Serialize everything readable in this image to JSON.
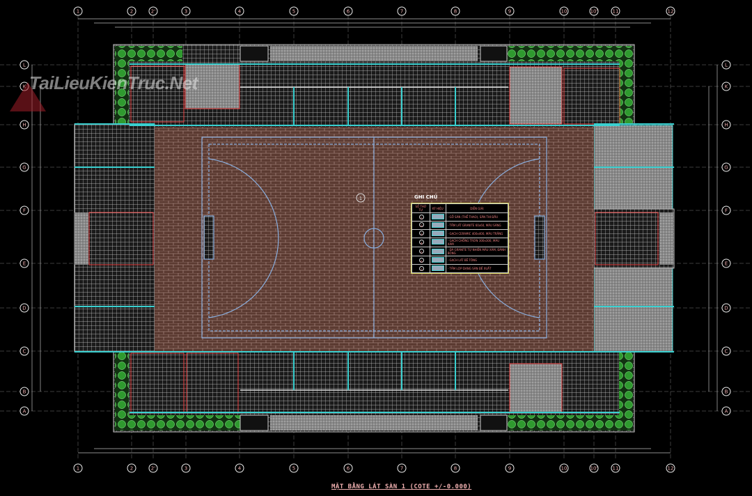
{
  "drawing": {
    "title": "MẶT BẰNG LÁT SÀN 1 (COTE +/-0.000)",
    "watermark": "TaiLieuKienTruc.Net",
    "column_axes": [
      "1",
      "2",
      "2'",
      "3",
      "4",
      "5",
      "6",
      "7",
      "8",
      "9",
      "10",
      "10'",
      "11",
      "12"
    ],
    "row_axes": [
      "L",
      "K",
      "H",
      "G",
      "F",
      "E",
      "D",
      "C",
      "B",
      "A"
    ],
    "court_label": "1",
    "colors": {
      "background": "#000000",
      "court": "#5b3a31",
      "grid": "#d8d8d8",
      "wall_accent": "#3ad0d0",
      "planter": "#2f8f2f",
      "dimension": "#f0a0a0"
    }
  },
  "legend": {
    "title": "GHI CHÚ",
    "headers": [
      "SỐ THỨ TỰ",
      "KÝ HIỆU",
      "DIỄN GIẢI"
    ],
    "rows": [
      {
        "no": "1",
        "text": "- GỖ SÀN (THỂ THAO), SÂN THI ĐẤU"
      },
      {
        "no": "2",
        "text": "- TẤM LÁT GRANITE 60x60, MÀU SÁNG"
      },
      {
        "no": "3",
        "text": "- GẠCH CERAMIC 400x400, MÀU TRẮNG"
      },
      {
        "no": "4",
        "text": "- GẠCH CHỐNG TRƠN 300x300, MÀU XÁM"
      },
      {
        "no": "5",
        "text": "- ĐÁ GRANITE TỰ NHIÊN MÀU XÁM, ĐÁNH BÓNG"
      },
      {
        "no": "6",
        "text": "- GẠCH LÁT BÊ TÔNG"
      },
      {
        "no": "7",
        "text": "- TẤM LỢP DẠNG SÀN ĐỀ XUẤT"
      }
    ]
  }
}
